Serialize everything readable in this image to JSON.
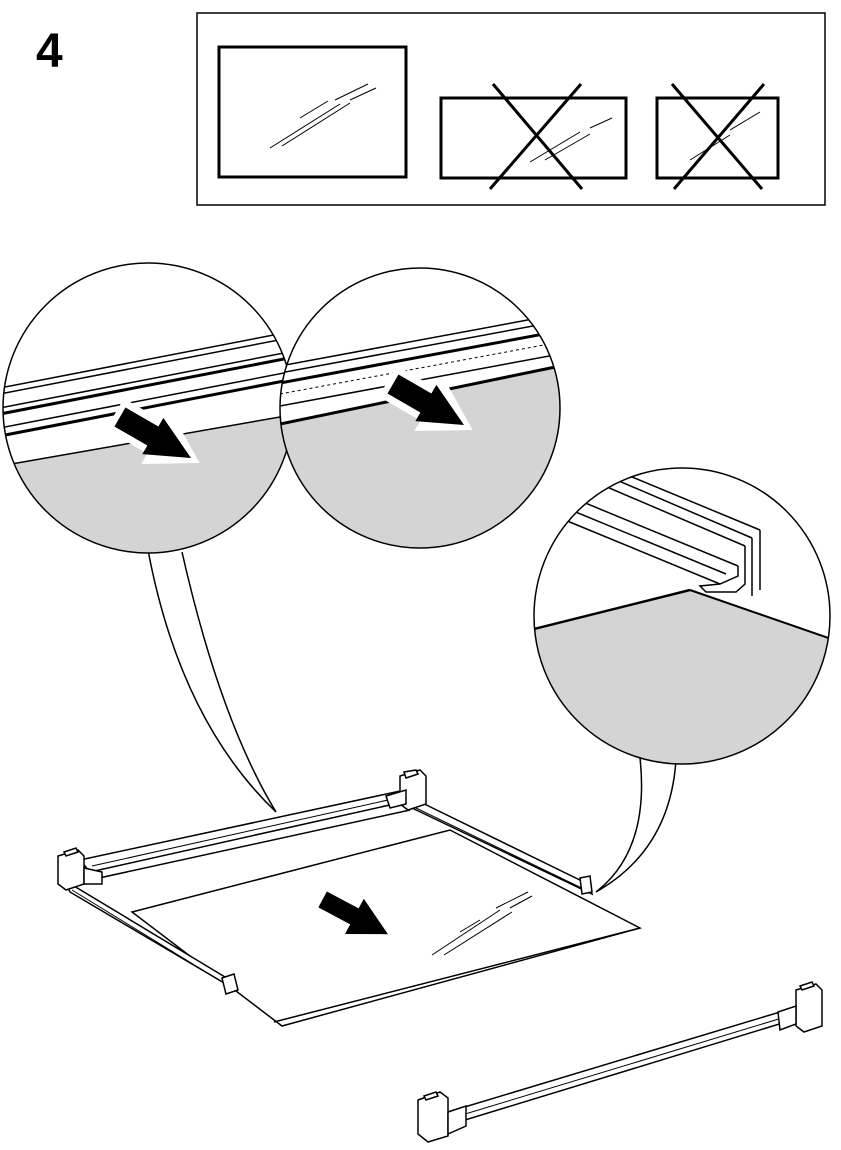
{
  "step": {
    "number": "4"
  },
  "colors": {
    "line": "#000000",
    "panel_fill": "#d4d4d4",
    "background": "#ffffff"
  },
  "legend": {
    "options": [
      {
        "name": "large-pane",
        "status": "correct"
      },
      {
        "name": "medium-pane",
        "status": "incorrect"
      },
      {
        "name": "small-pane",
        "status": "incorrect"
      }
    ]
  },
  "icons": [
    "arrow-icon",
    "cross-icon",
    "glass-reflection-icon"
  ]
}
